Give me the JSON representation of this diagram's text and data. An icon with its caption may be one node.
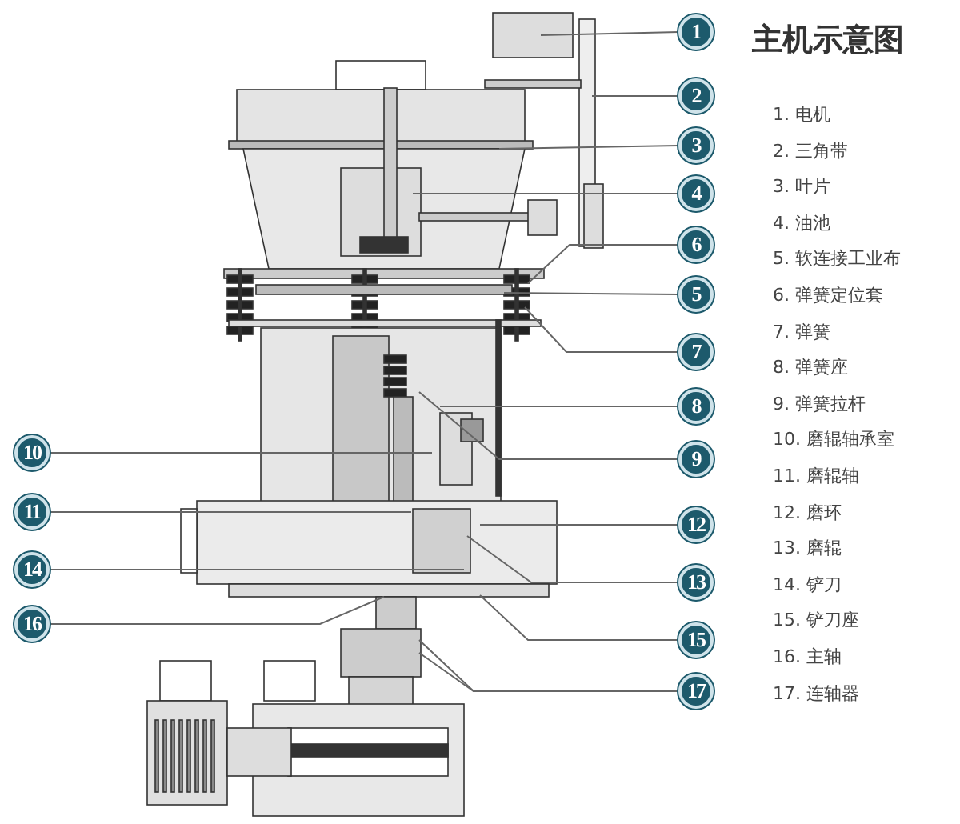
{
  "diagram": {
    "title": "主机示意图",
    "nodes": [
      {
        "text": [
          "1"
        ]
      },
      {
        "text": [
          "2"
        ]
      },
      {
        "text": [
          "3"
        ]
      },
      {
        "text": [
          "4"
        ]
      },
      {
        "text": [
          "5"
        ]
      },
      {
        "text": [
          "6"
        ]
      },
      {
        "text": [
          "7"
        ]
      },
      {
        "text": [
          "8"
        ]
      },
      {
        "text": [
          "9"
        ]
      },
      {
        "text": [
          "10"
        ]
      },
      {
        "text": [
          "11"
        ]
      },
      {
        "text": [
          "12"
        ]
      },
      {
        "text": [
          "13"
        ]
      },
      {
        "text": [
          "14"
        ]
      },
      {
        "text": [
          "15"
        ]
      },
      {
        "text": [
          "16"
        ]
      },
      {
        "text": [
          "17"
        ]
      }
    ],
    "edges": [
      {
        "from": 0,
        "to": null,
        "arrow": "none"
      },
      {
        "from": 1,
        "to": null,
        "arrow": "none"
      },
      {
        "from": 2,
        "to": null,
        "arrow": "none"
      },
      {
        "from": 3,
        "to": null,
        "arrow": "none"
      },
      {
        "from": 4,
        "to": null,
        "arrow": "none"
      },
      {
        "from": 5,
        "to": null,
        "arrow": "none"
      },
      {
        "from": 6,
        "to": null,
        "arrow": "none"
      },
      {
        "from": 7,
        "to": null,
        "arrow": "none"
      },
      {
        "from": 8,
        "to": null,
        "arrow": "none"
      },
      {
        "from": 9,
        "to": null,
        "arrow": "none"
      },
      {
        "from": 10,
        "to": null,
        "arrow": "none"
      },
      {
        "from": 11,
        "to": null,
        "arrow": "none"
      },
      {
        "from": 12,
        "to": null,
        "arrow": "none"
      },
      {
        "from": 13,
        "to": null,
        "arrow": "none"
      },
      {
        "from": 14,
        "to": null,
        "arrow": "none"
      },
      {
        "from": 15,
        "to": null,
        "arrow": "none"
      },
      {
        "from": 16,
        "to": null,
        "arrow": "none"
      },
      {
        "from": 16,
        "to": null,
        "arrow": "none"
      }
    ],
    "labels": [
      "1. 电机",
      "2. 三角带",
      "3. 叶片",
      "4. 油池",
      "5. 软连接工业布",
      "6. 弹簧定位套",
      "7. 弹簧",
      "8. 弹簧座",
      "9. 弹簧拉杆",
      "10. 磨辊轴承室",
      "11. 磨辊轴",
      "12. 磨环",
      "13. 磨辊",
      "14. 铲刀",
      "15. 铲刀座",
      "16. 主轴",
      "17. 连轴器"
    ]
  }
}
